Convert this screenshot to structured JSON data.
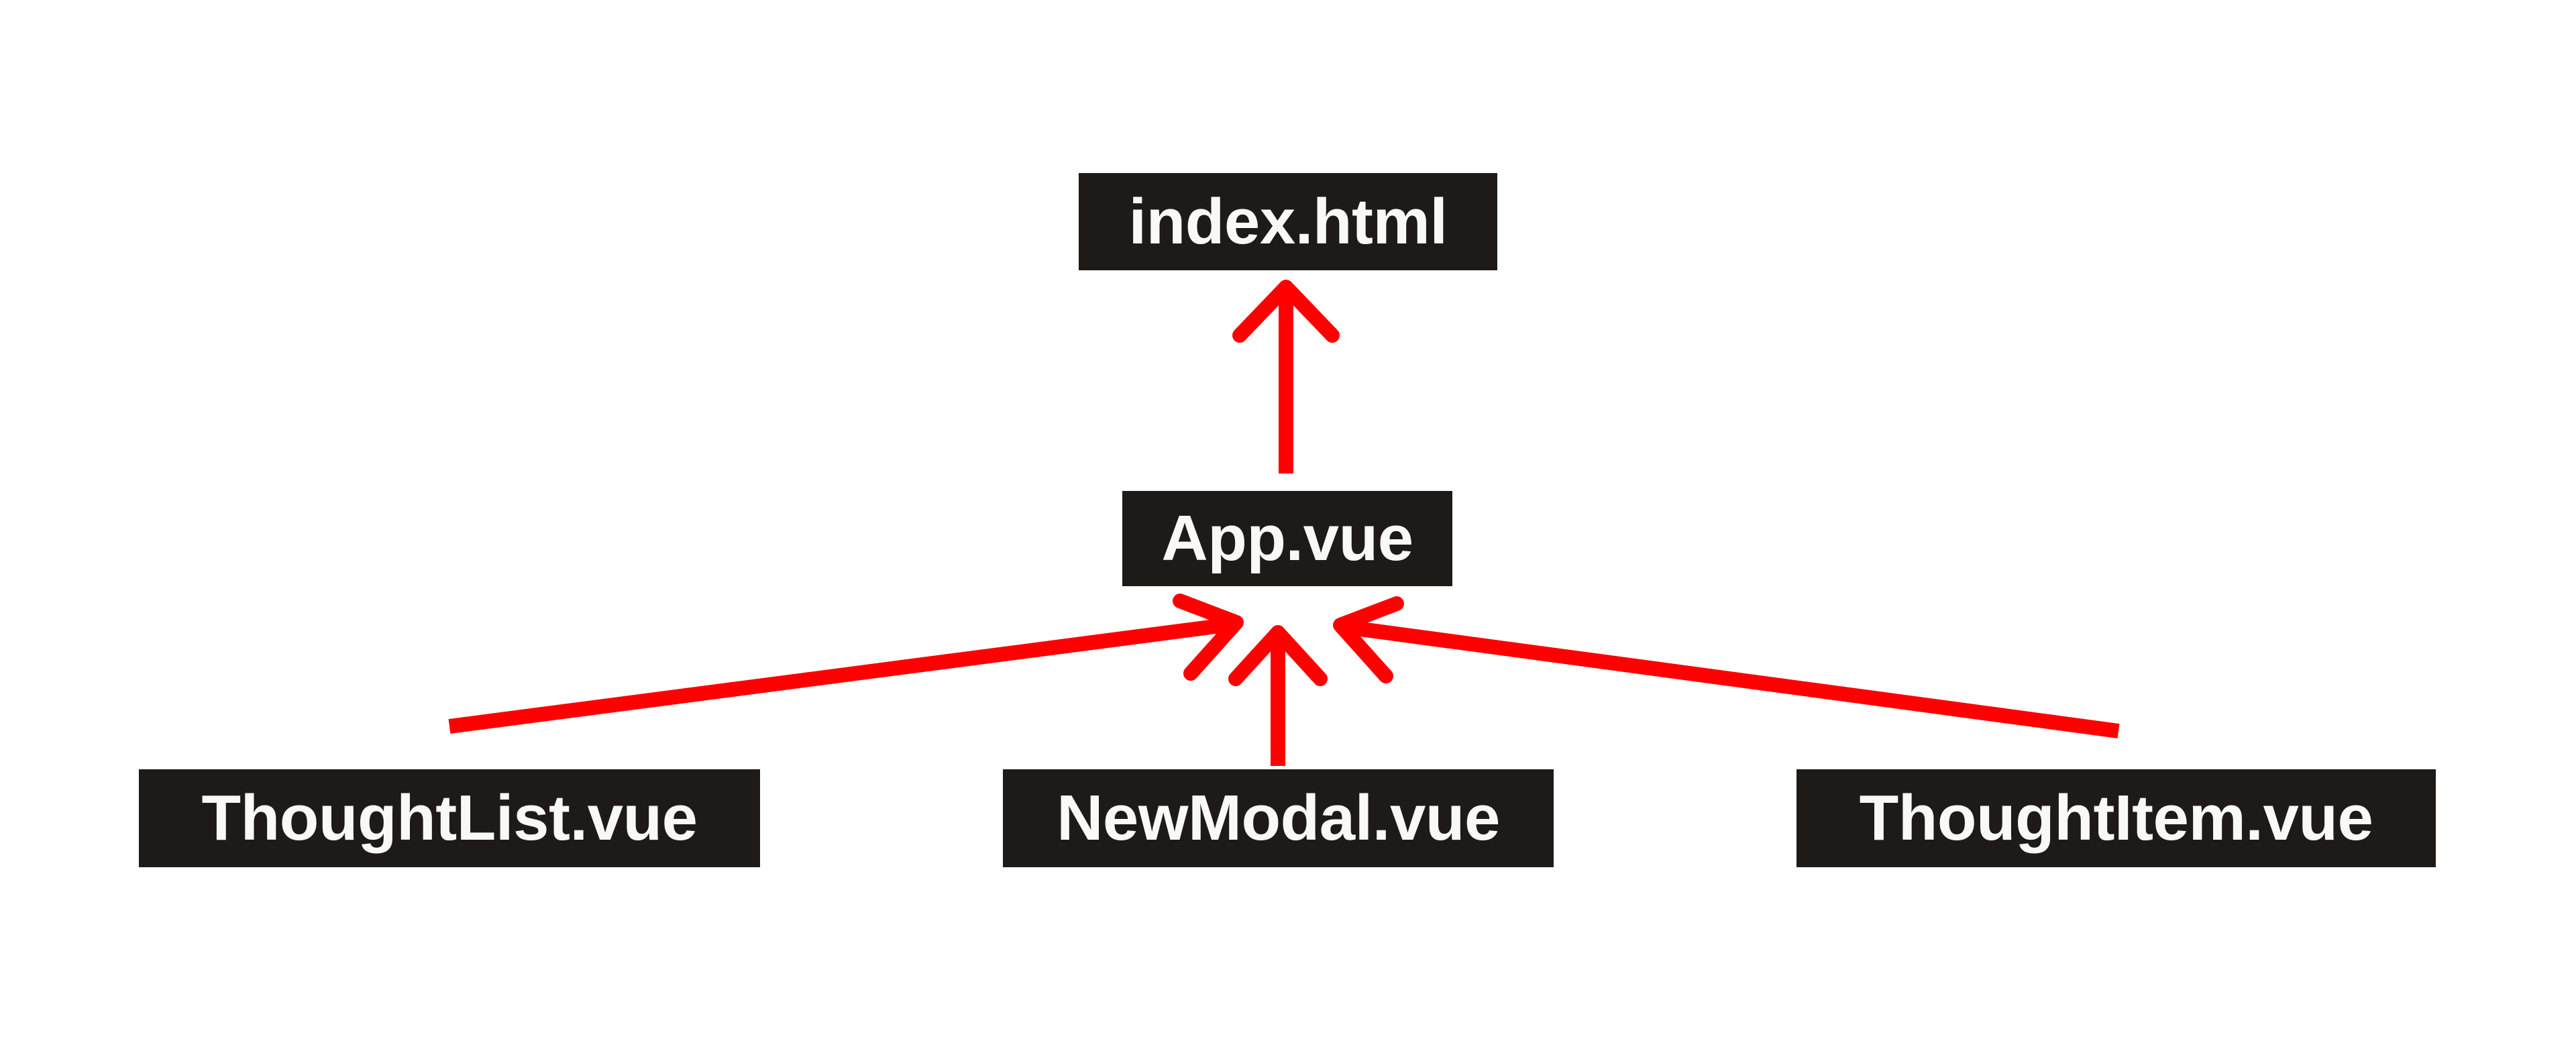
{
  "diagram": {
    "title": "Vue component dependency diagram",
    "type": "directed-graph",
    "background_color": "#ffffff",
    "node_fill_color": "#1e1a18",
    "node_text_color": "#f8f8f6",
    "edge_color": "#ff0000",
    "nodes": [
      {
        "id": "index-html",
        "label": "index.html",
        "level": 0
      },
      {
        "id": "app-vue",
        "label": "App.vue",
        "level": 1
      },
      {
        "id": "thoughtlist",
        "label": "ThoughtList.vue",
        "level": 2
      },
      {
        "id": "newmodal",
        "label": "NewModal.vue",
        "level": 2
      },
      {
        "id": "thoughtitem",
        "label": "ThoughtItem.vue",
        "level": 2
      }
    ],
    "edges": [
      {
        "id": "edge-app-to-index",
        "from": "app-vue",
        "to": "index-html",
        "style": "straight-vertical",
        "arrowhead": "up"
      },
      {
        "id": "edge-thoughtlist-to-app",
        "from": "thoughtlist",
        "to": "app-vue",
        "style": "diagonal",
        "arrowhead": "up-right"
      },
      {
        "id": "edge-newmodal-to-app",
        "from": "newmodal",
        "to": "app-vue",
        "style": "straight-vertical",
        "arrowhead": "up"
      },
      {
        "id": "edge-thoughtitem-to-app",
        "from": "thoughtitem",
        "to": "app-vue",
        "style": "diagonal",
        "arrowhead": "up-left"
      }
    ]
  }
}
